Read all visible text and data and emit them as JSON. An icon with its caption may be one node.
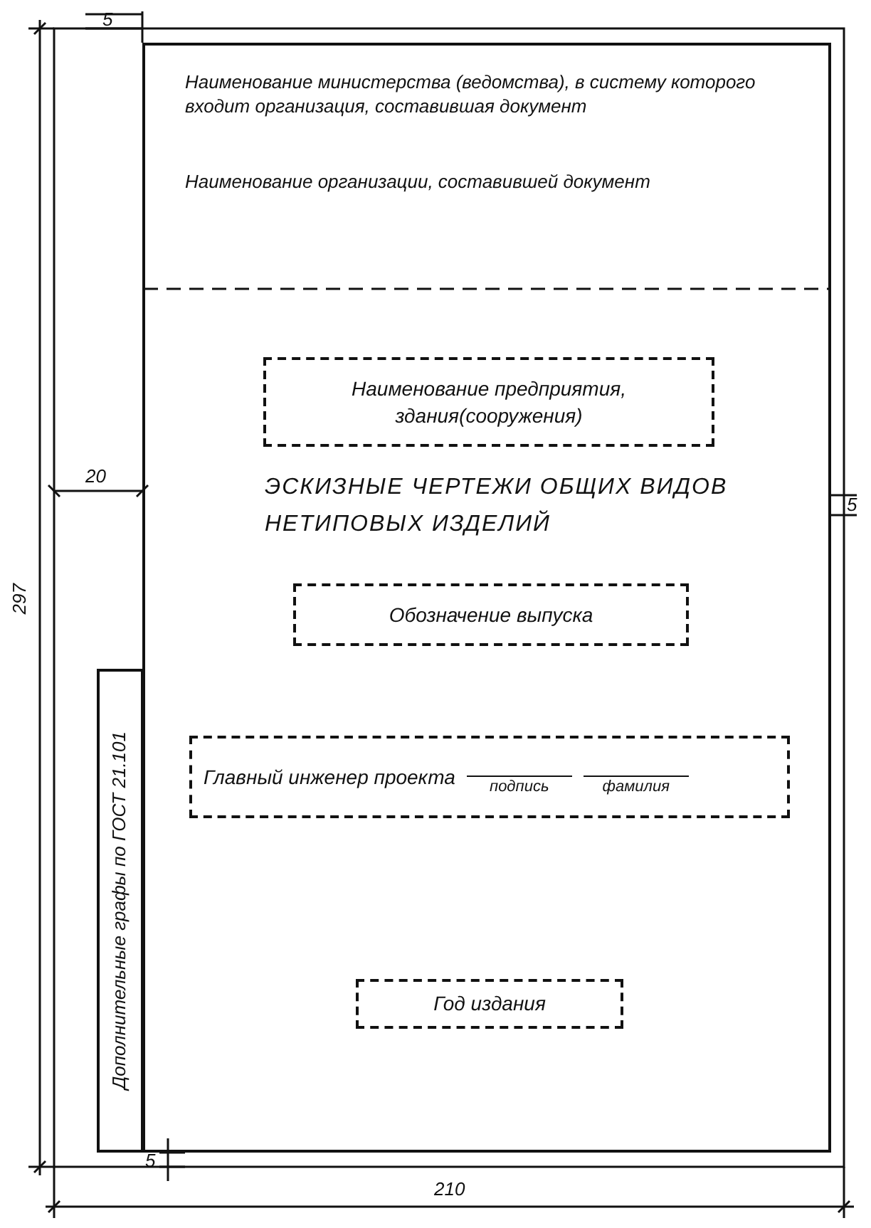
{
  "diagram": {
    "nodes": [
      {
        "text": [
          "Наименование министерства (ведомства), в систему которого входит организация, составившая документ",
          "Наименование организации, составившей документ",
          "ЭСКИЗНЫЕ ЧЕРТЕЖИ ОБЩИХ ВИДОВ НЕТИПОВЫХ ИЗДЕЛИЙ"
        ]
      },
      {
        "text": [
          "Наименование предприятия, здания(сооружения)"
        ],
        "in": 0
      },
      {
        "text": [
          "Обозначение выпуска"
        ],
        "in": 0
      },
      {
        "text": [
          "Главный инженер проекта",
          "подпись",
          "фамилия"
        ],
        "in": 0
      },
      {
        "text": [
          "Год издания"
        ],
        "in": 0
      },
      {
        "text": [
          "Дополнительные графы по ГОСТ 21.101"
        ]
      }
    ],
    "labels": [
      "5",
      "297",
      "20",
      "5",
      "5",
      "210"
    ]
  }
}
